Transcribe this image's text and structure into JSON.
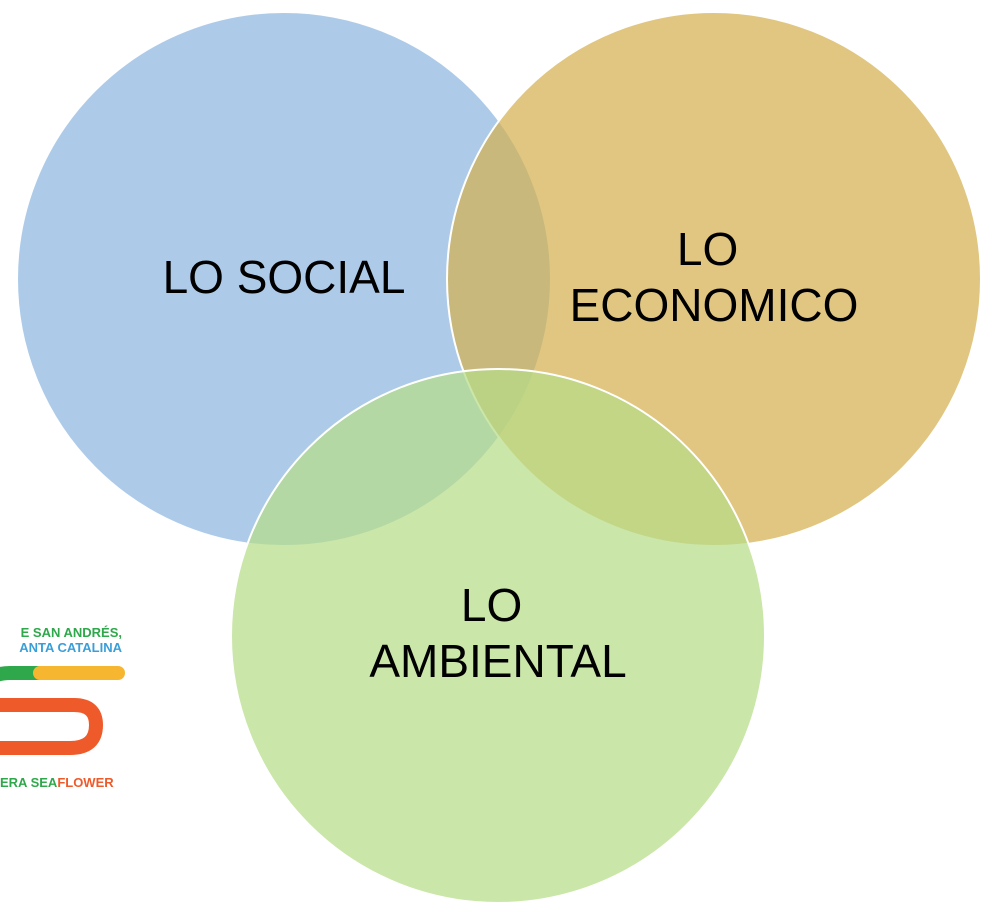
{
  "diagram": {
    "circles": [
      {
        "id": "social",
        "label_lines": [
          "LO SOCIAL"
        ],
        "color": "#9bbfe4"
      },
      {
        "id": "economico",
        "label_lines": [
          "LO",
          "ECONOMICO"
        ],
        "color": "#d8b95a"
      },
      {
        "id": "ambiental",
        "label_lines": [
          "LO",
          "AMBIENTAL"
        ],
        "color": "#b8de8c"
      }
    ]
  },
  "logo": {
    "line1": "E SAN ANDRÉS,",
    "line2": "ANTA CATALINA",
    "line3_part1": "ERA SEA",
    "line3_part2": "FLOWER",
    "colors": {
      "green": "#2ea84a",
      "blue": "#3a9fd8",
      "yellow": "#f6b630",
      "orange": "#ef5a2a"
    }
  }
}
